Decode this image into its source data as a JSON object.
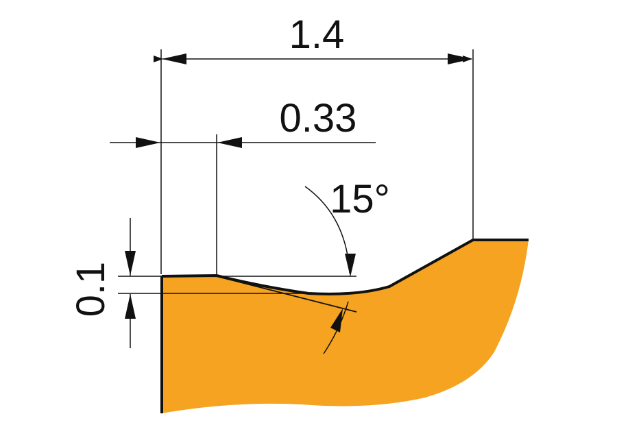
{
  "dimensions": {
    "overall_width": "1.4",
    "land_width": "0.33",
    "depth": "0.1",
    "angle": "15°"
  },
  "colors": {
    "insert_fill": "#F5A320",
    "outline": "#111111",
    "background": "#FFFFFF"
  }
}
